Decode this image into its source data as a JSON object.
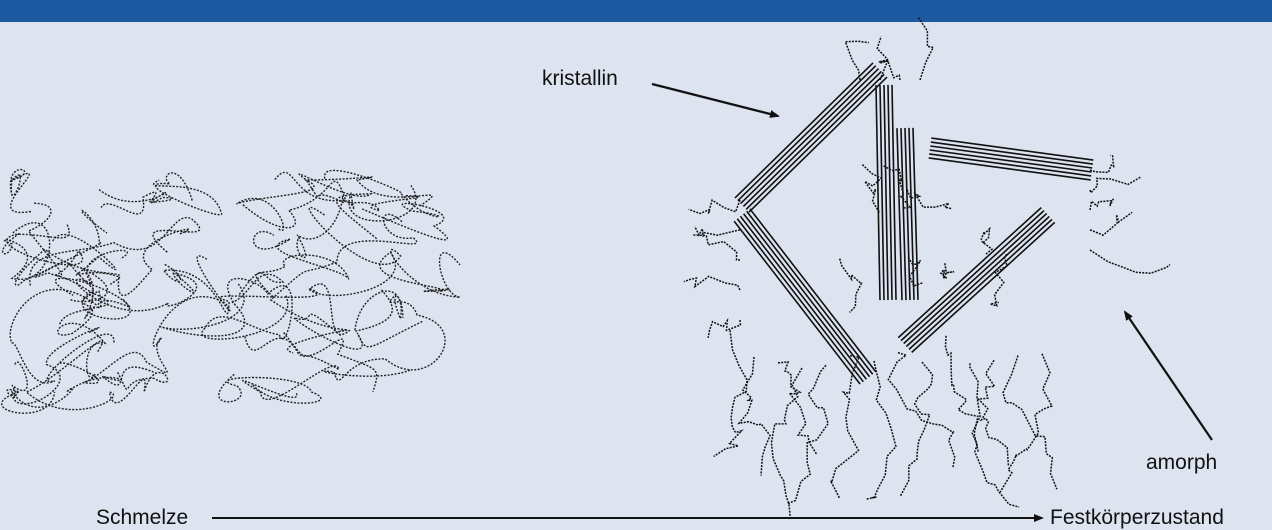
{
  "header_bar_color": "#1b5aa0",
  "background_color": "#dde3ef",
  "labels": {
    "kristallin": "kristallin",
    "amorph": "amorph",
    "schmelze": "Schmelze",
    "festkoerperzustand": "Festkörperzustand"
  }
}
